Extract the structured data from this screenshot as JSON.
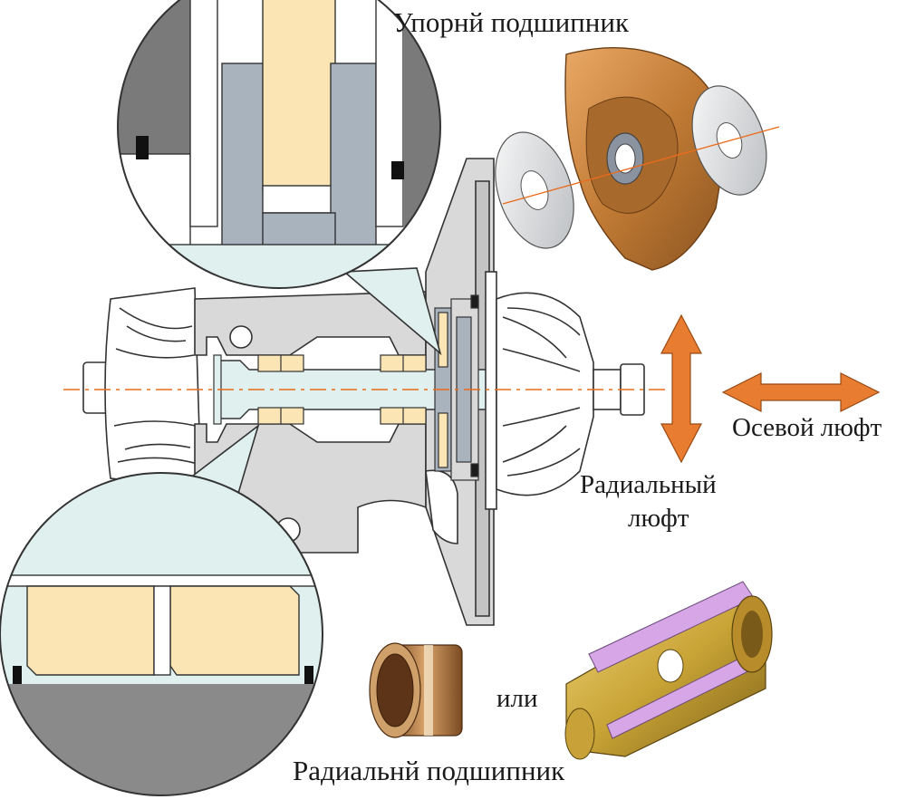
{
  "labels": {
    "thrust_bearing": "Упорнй подшипник",
    "axial_play": "Осевой люфт",
    "radial_play_line1": "Радиальный",
    "radial_play_line2": "люфт",
    "or": "или",
    "journal_bearing": "Радиальнй подшипник"
  },
  "colors": {
    "housing": "#d9d9d9",
    "housing_outline": "#333333",
    "shaft": "#dff0ee",
    "bearing_cream": "#fbe5b4",
    "steel": "#a9b3bd",
    "bronze": "#c8823c",
    "brass": "#c9a436",
    "pink_lining": "#d7a6e6",
    "arrow": "#e87d32",
    "axis": "#ea6b1c"
  },
  "icons": {
    "axial_arrow": "double-headed-horizontal-arrow-icon",
    "radial_arrow": "double-headed-vertical-arrow-icon"
  }
}
